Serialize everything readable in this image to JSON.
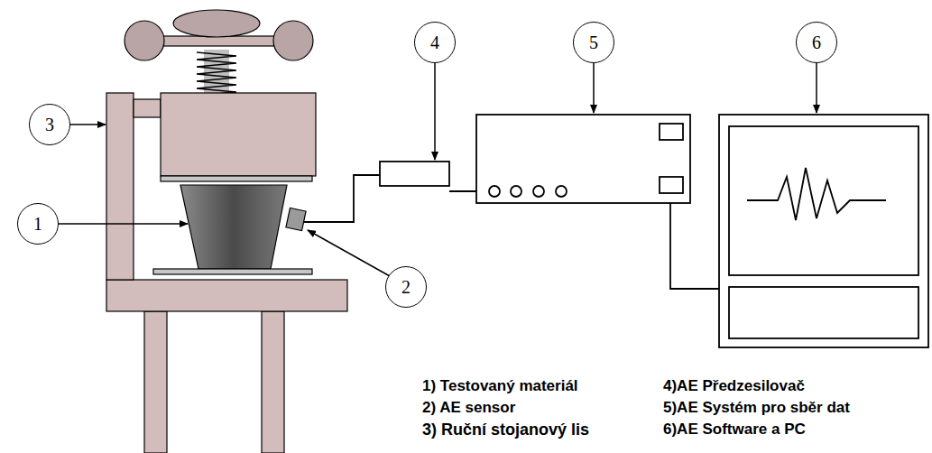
{
  "diagram": {
    "nodes": [
      {
        "text": [
          "4"
        ]
      },
      {
        "text": [
          "5"
        ]
      },
      {
        "text": [
          "6"
        ]
      },
      {
        "text": [
          "3"
        ]
      },
      {
        "text": [
          "1"
        ]
      },
      {
        "text": [
          "2"
        ]
      }
    ],
    "labels": [
      "1) Testovaný materiál",
      "2) AE sensor",
      "3) Ruční stojanový lis",
      "4)AE Předzesilovač",
      "5)AE Systém pro sběr dat",
      "6)AE Software a PC"
    ]
  }
}
